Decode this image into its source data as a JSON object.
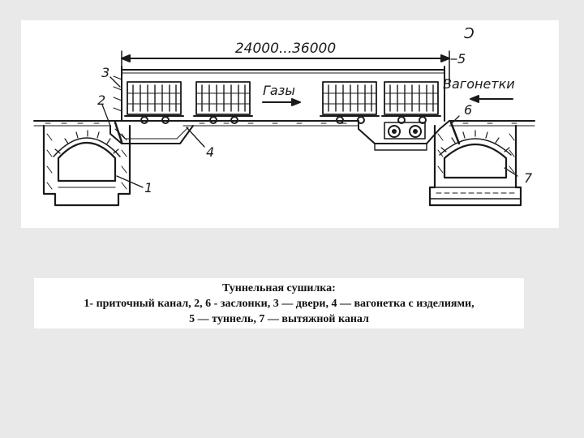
{
  "diagram": {
    "dimension_label": "24000...36000",
    "gas_label": "Газы",
    "cart_label": "Вагонетки",
    "figure_mark": "Ɔ",
    "callouts": [
      "1",
      "2",
      "3",
      "4",
      "5",
      "6",
      "7"
    ]
  },
  "caption": {
    "title": "Туннельная сушилка:",
    "line1": "1- приточный канал, 2, 6 - заслонки, 3 — двери, 4 — вагонетка с изделиями,",
    "line2": "5 — туннель, 7 — вытяжной канал"
  }
}
